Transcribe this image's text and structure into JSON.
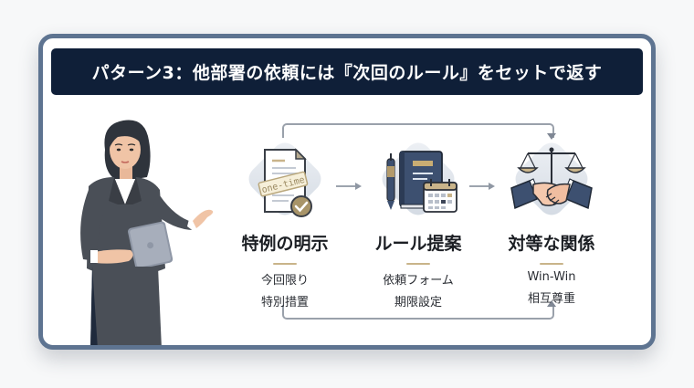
{
  "header": {
    "title": "パターン3：他部署の依頼には『次回のルール』をセットで返す"
  },
  "illustration": {
    "presenter": "businesswoman-holding-tablet"
  },
  "flow": {
    "top_loop": "arrow-from-step1-to-step3",
    "bottom_loop": "arrow-from-step1-to-step3",
    "steps": [
      {
        "icon": "one-time-document-icon",
        "badge_text": "one-time",
        "title": "特例の明示",
        "lines": [
          "今回限り",
          "特別措置"
        ]
      },
      {
        "icon": "rulebook-calendar-icon",
        "title": "ルール提案",
        "lines": [
          "依頼フォーム",
          "期限設定"
        ]
      },
      {
        "icon": "scales-handshake-icon",
        "title": "対等な関係",
        "lines": [
          "Win-Win",
          "相互尊重"
        ]
      }
    ]
  },
  "colors": {
    "frame": "#5e7491",
    "title_bar": "#0f1f38",
    "accent_gold": "#c9b48a",
    "connector": "#9aa1ab",
    "navy_icon": "#3d5070"
  }
}
